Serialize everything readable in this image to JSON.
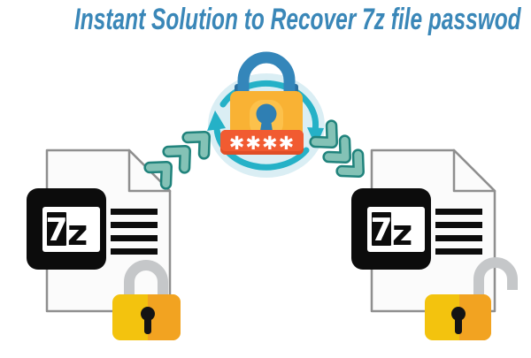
{
  "page": {
    "title": "Instant Solution to Recover 7z file passwod"
  },
  "center_emblem": {
    "password_mask": "✱✱✱✱",
    "icons": {
      "sync": "sync-arrows-icon",
      "lock": "padlock-icon",
      "password": "password-banner"
    }
  },
  "seven_zip_logo": {
    "full": "7z",
    "seven": "7",
    "zee": "z"
  },
  "flow": {
    "left_arrows_direction": "up-right",
    "right_arrows_direction": "down-right"
  },
  "colors": {
    "title_blue": "#3a87b8",
    "emblem_circle": "#daeef4",
    "sync_cyan": "#25b1c7",
    "lock_shackle_blue": "#3486ba",
    "lock_body_gold": "#f9b234",
    "banner_red": "#f15b31",
    "chevron_fill": "#84c2b6",
    "chevron_outline": "#20837c",
    "page_border_grey": "#8f8f8f",
    "padlock_yellow": "#f3c30e",
    "padlock_orange": "#f2a321",
    "padlock_shackle_grey": "#c5c7c9",
    "ink_black": "#0c0c0c"
  }
}
